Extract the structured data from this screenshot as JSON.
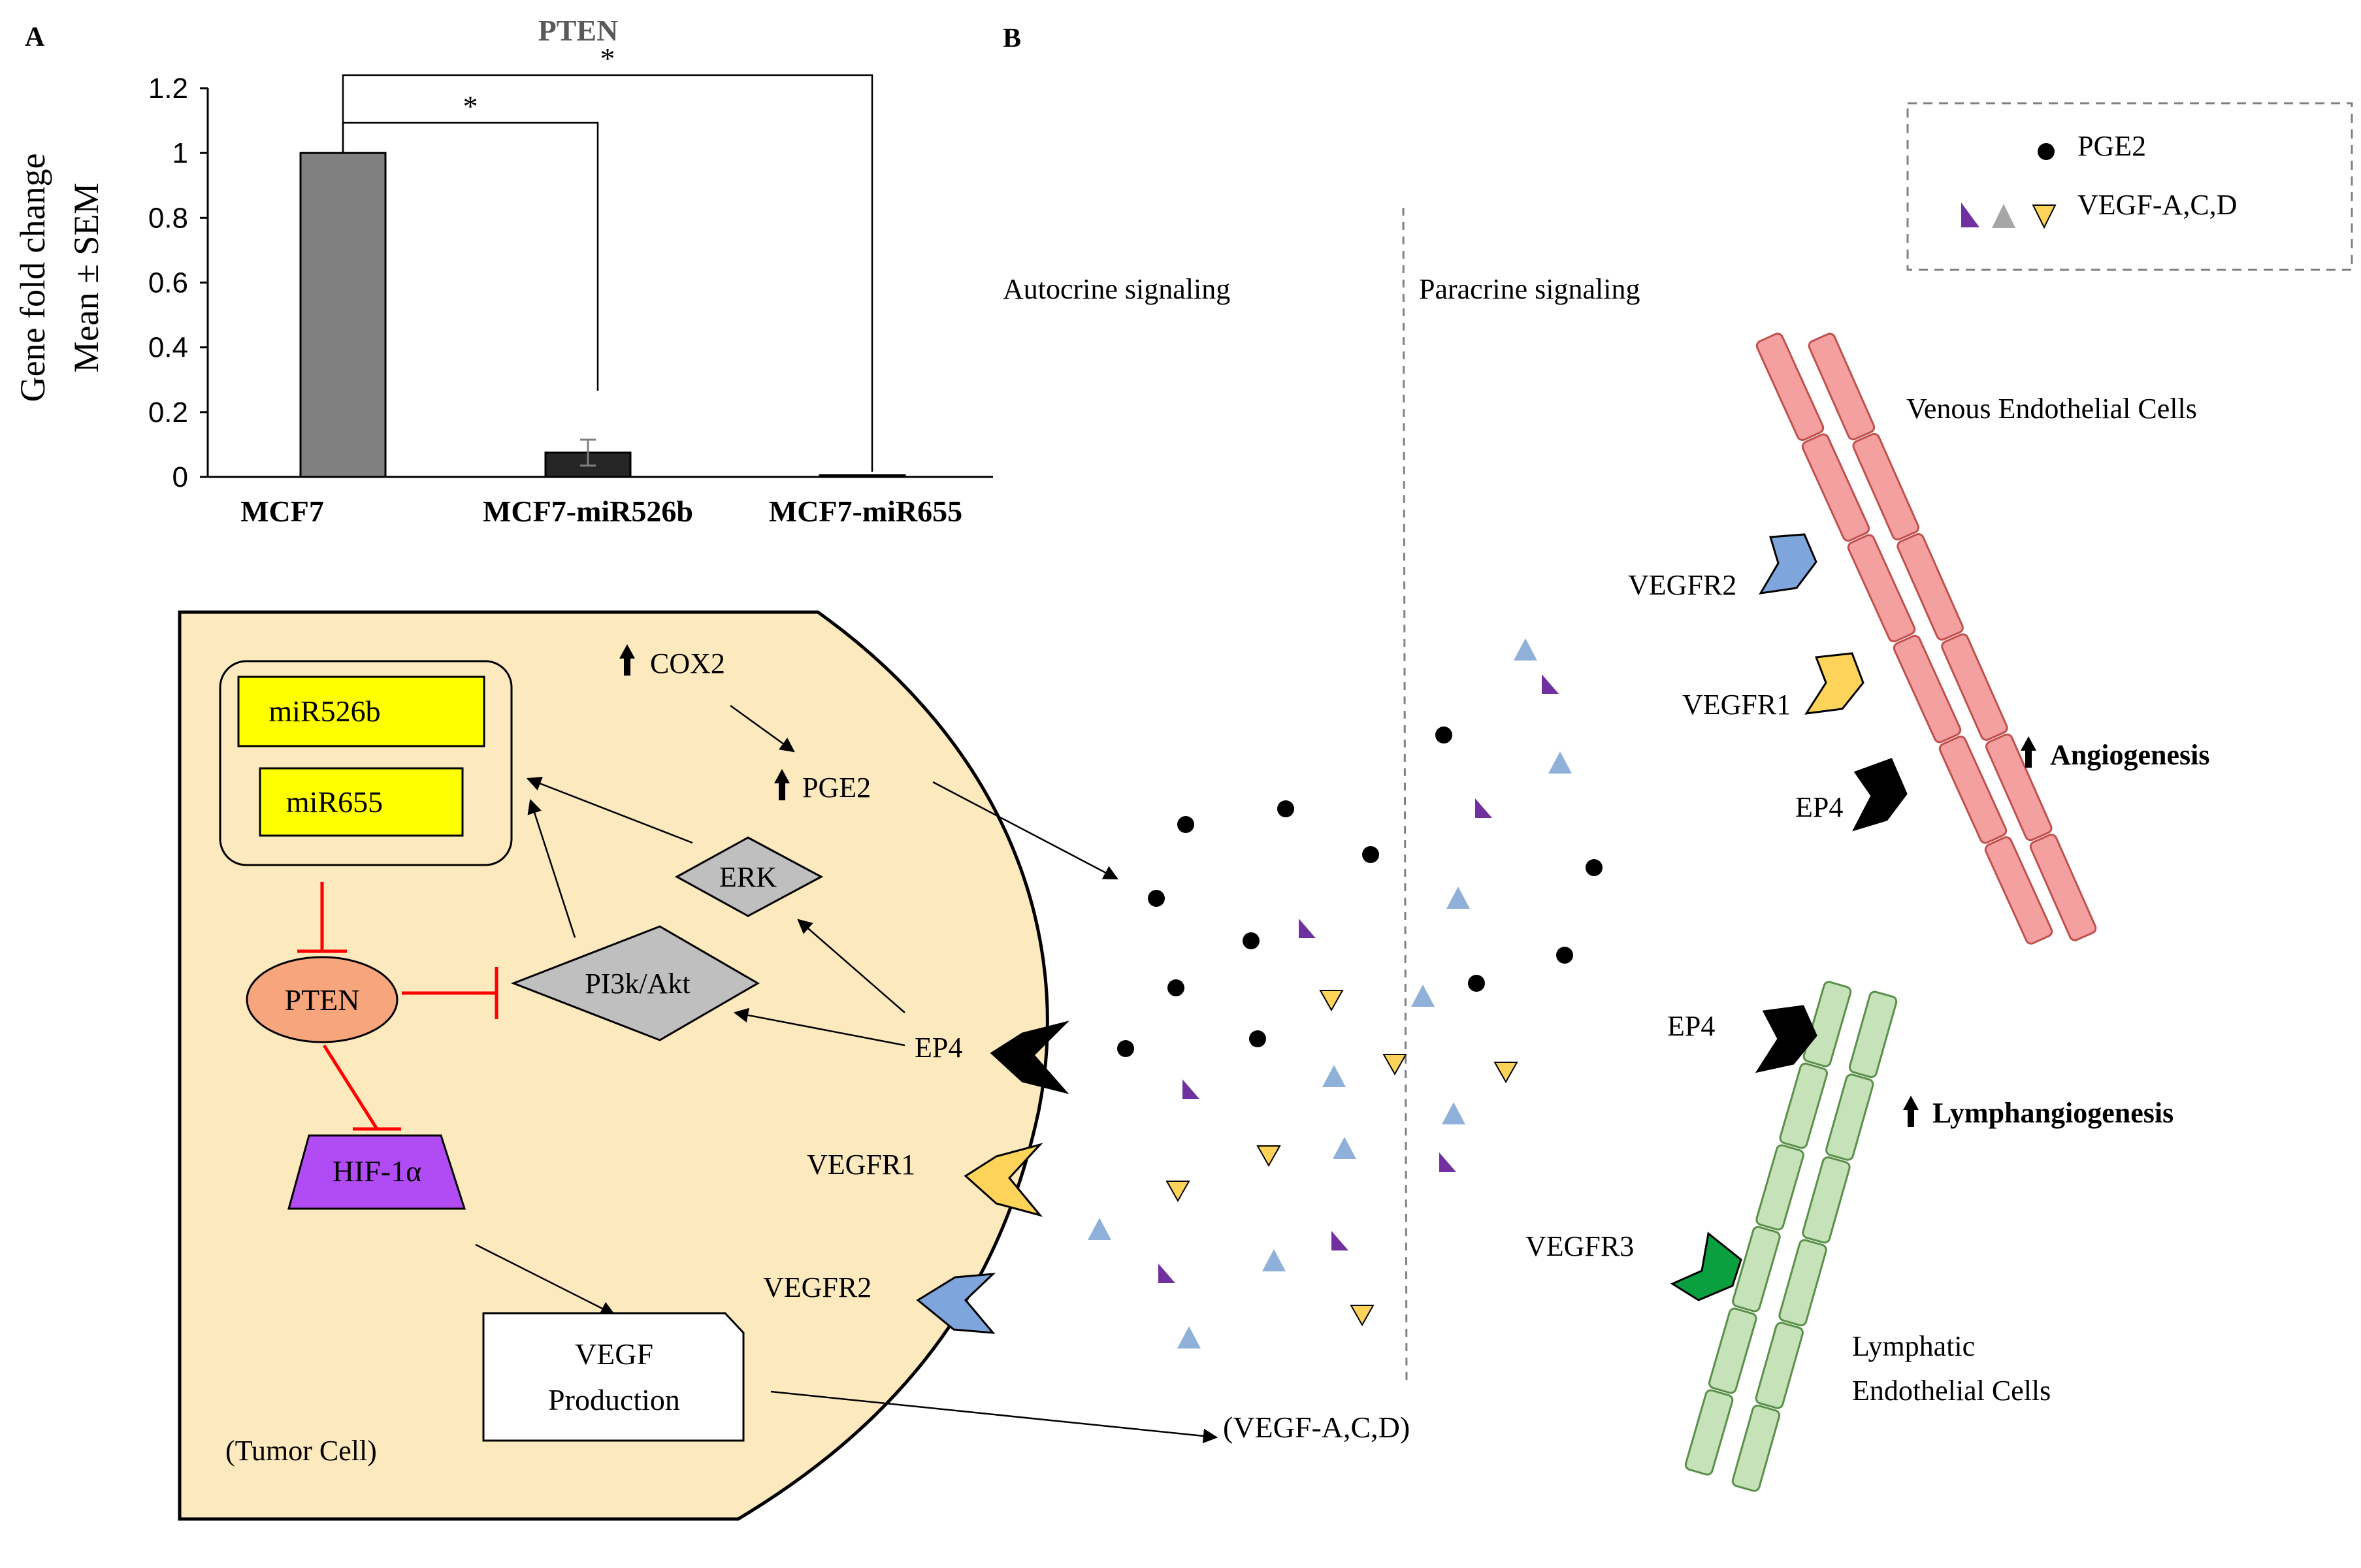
{
  "panel_a": {
    "panel_label": "A",
    "chart_data": {
      "type": "bar",
      "title": "PTEN",
      "categories": [
        "MCF7",
        "MCF7-miR526b",
        "MCF7-miR655"
      ],
      "values": [
        1.0,
        0.075,
        0.005
      ],
      "errors": [
        0.0,
        0.04,
        0.0
      ],
      "ylabel_line1": "Gene fold change",
      "ylabel_line2": "Mean ± SEM",
      "ylim": [
        0,
        1.2
      ],
      "yticks": [
        "0",
        "0.2",
        "0.4",
        "0.6",
        "0.8",
        "1",
        "1.2"
      ],
      "bar_colors": [
        "#808080",
        "#262626",
        "#262626"
      ],
      "significance": [
        {
          "from": "MCF7",
          "to": "MCF7-miR526b",
          "label": "*"
        },
        {
          "from": "MCF7",
          "to": "MCF7-miR655",
          "label": "*"
        }
      ]
    }
  },
  "panel_b": {
    "panel_label": "B",
    "legend": {
      "pge2": "PGE2",
      "vegf": "VEGF-A,C,D"
    },
    "autocrine_label": "Autocrine  signaling",
    "paracrine_label": "Paracrine  signaling",
    "tumor_cell": {
      "mir526b": "miR526b",
      "mir655": "miR655",
      "pten": "PTEN",
      "pi3k": "PI3k/Akt",
      "erk": "ERK",
      "hif": "HIF-1α",
      "cox2": "COX2",
      "pge2": "PGE2",
      "ep4": "EP4",
      "vegfr1": "VEGFR1",
      "vegfr2": "VEGFR2",
      "vegf_line1": "VEGF",
      "vegf_line2": "Production",
      "cell_label": "(Tumor  Cell)"
    },
    "secreted_label": "(VEGF-A,C,D)",
    "venous": {
      "title": "Venous  Endothelial  Cells",
      "vegfr2": "VEGFR2",
      "vegfr1": "VEGFR1",
      "ep4": "EP4",
      "outcome": "Angiogenesis"
    },
    "lymphatic": {
      "title_line1": "Lymphatic",
      "title_line2": "Endothelial  Cells",
      "ep4": "EP4",
      "vegfr3": "VEGFR3",
      "outcome": "Lymphangiogenesis"
    },
    "colors": {
      "tumor_fill": "#fde9be",
      "mir_fill": "#ffff00",
      "pten_fill": "#f7a57c",
      "hif_fill": "#b14cf4",
      "diamond_fill": "#bfbfbf",
      "inhibit": "#ff0000",
      "receptor_blue": "#7ea6dc",
      "receptor_yellow": "#fdd35a",
      "receptor_black": "#000000",
      "receptor_green": "#0aa040",
      "venous_fill": "#f4a0a0",
      "venous_stroke": "#c0504d",
      "lymph_fill": "#c5e2b8",
      "lymph_stroke": "#5a8f4a",
      "vegf_purple": "#7030a0",
      "vegf_gray": "#8fb0d8",
      "vegf_yellow": "#fdd35a"
    }
  }
}
